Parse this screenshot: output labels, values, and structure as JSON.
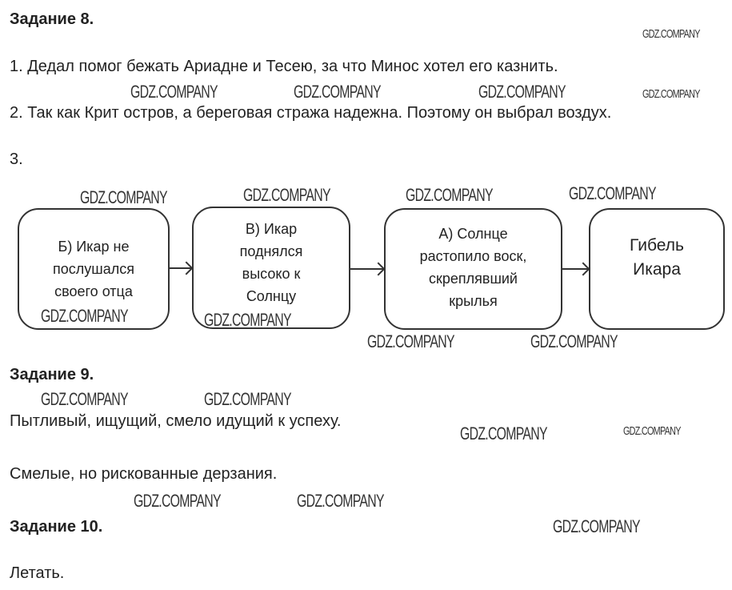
{
  "task8": {
    "heading": "Задание 8.",
    "answer1": "1. Дедал помог бежать Ариадне и Тесею, за что Минос хотел его казнить.",
    "answer2": "2. Так как Крит остров, а береговая стража надежна. Поэтому он выбрал воздух.",
    "answer3_label": "3.",
    "flow": [
      {
        "lines": [
          "Б) Икар не",
          "послушался",
          "своего отца"
        ]
      },
      {
        "lines": [
          "В) Икар",
          "поднялся",
          "высоко к",
          "Солнцу"
        ]
      },
      {
        "lines": [
          "А) Солнце",
          "растопило воск,",
          "скреплявший",
          "крылья"
        ]
      },
      {
        "lines": [
          "Гибель",
          "Икара"
        ]
      }
    ]
  },
  "task9": {
    "heading": "Задание 9.",
    "answer1": "Пытливый, ищущий, смело идущий к успеху.",
    "answer2": "Смелые, но рискованные дерзания."
  },
  "task10": {
    "heading": "Задание 10.",
    "answer": "Летать."
  },
  "watermark": "GDZ.COMPANY"
}
